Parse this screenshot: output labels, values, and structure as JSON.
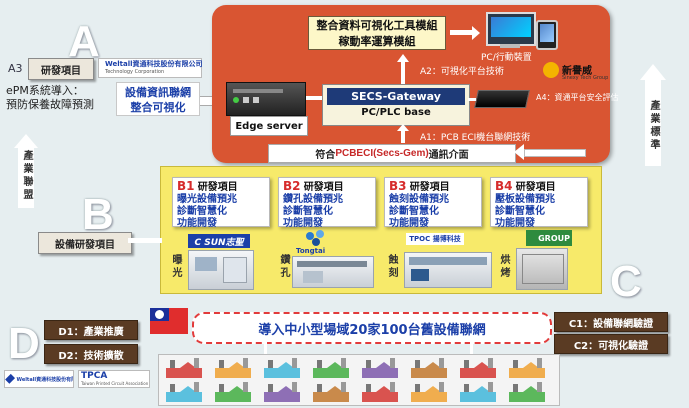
{
  "letters": {
    "A": "A",
    "B": "B",
    "C": "C",
    "D": "D"
  },
  "a_section": {
    "a3": "A3",
    "research": "研發項目",
    "weltall_small": "Weltall資通科技股份有限公司",
    "weltall_sub": "Technology Corporation",
    "epm_line1": "ePM系統導入：",
    "epm_line2": "預防保養故障預測",
    "network_line1": "設備資訊聯網",
    "network_line2": "整合可視化"
  },
  "top_panel": {
    "title_line1": "整合資料可視化工具模組",
    "title_line2": "稼動率運算模組",
    "pc_label": "PC/行動裝置",
    "a2": "A2：可視化平台技術",
    "a4": "A4：資通平台安全評估",
    "secs": "SECS-Gateway",
    "plc": "PC/PLC base",
    "edge": "Edge server",
    "a1": "A1：PCB ECI機台聯網技術",
    "sinexy": "新譽威",
    "sinexy_sub": "Sinexy Tech Group"
  },
  "compliance": {
    "prefix": "符合",
    "std": "PCBECI(Secs-Gem)",
    "suffix": "通訊介面"
  },
  "side_labels": {
    "alliance": "產業聯盟",
    "standard": "產業標準"
  },
  "b_section": {
    "label": "設備研發項目",
    "cards": [
      {
        "key": "B1",
        "title": "研發項目",
        "lines": [
          "曝光設備預兆",
          "診斷智慧化",
          "功能開發"
        ]
      },
      {
        "key": "B2",
        "title": "研發項目",
        "lines": [
          "鑽孔設備預兆",
          "診斷智慧化",
          "功能開發"
        ]
      },
      {
        "key": "B3",
        "title": "研發項目",
        "lines": [
          "蝕刻設備預兆",
          "診斷智慧化",
          "功能開發"
        ]
      },
      {
        "key": "B4",
        "title": "研發項目",
        "lines": [
          "壓板設備預兆",
          "診斷智慧化",
          "功能開發"
        ]
      }
    ],
    "logos": [
      "C SUN志聖",
      "Tongtai",
      "TPOC 揚博科技",
      "GROUP"
    ],
    "equipment": [
      "曝光",
      "鑽孔",
      "蝕刻",
      "烘烤"
    ]
  },
  "c_section": {
    "c1": "C1：設備聯網驗證",
    "c2": "C2：可視化驗證"
  },
  "d_section": {
    "d1": "D1：產業推廣",
    "d2": "D2：技術擴散",
    "weltall": "Weltall資通科技股份有限公司",
    "tpca": "TPCA",
    "tpca_sub": "Taiwan Printed Circuit Association"
  },
  "banner": "導入中小型場域20家100台舊設備聯網",
  "colors": {
    "top_panel": "#d95532",
    "b_panel": "#f7ea6a",
    "brown": "#5a3b23",
    "blue": "#1b3fa8",
    "red_border": "#e23b3b"
  }
}
